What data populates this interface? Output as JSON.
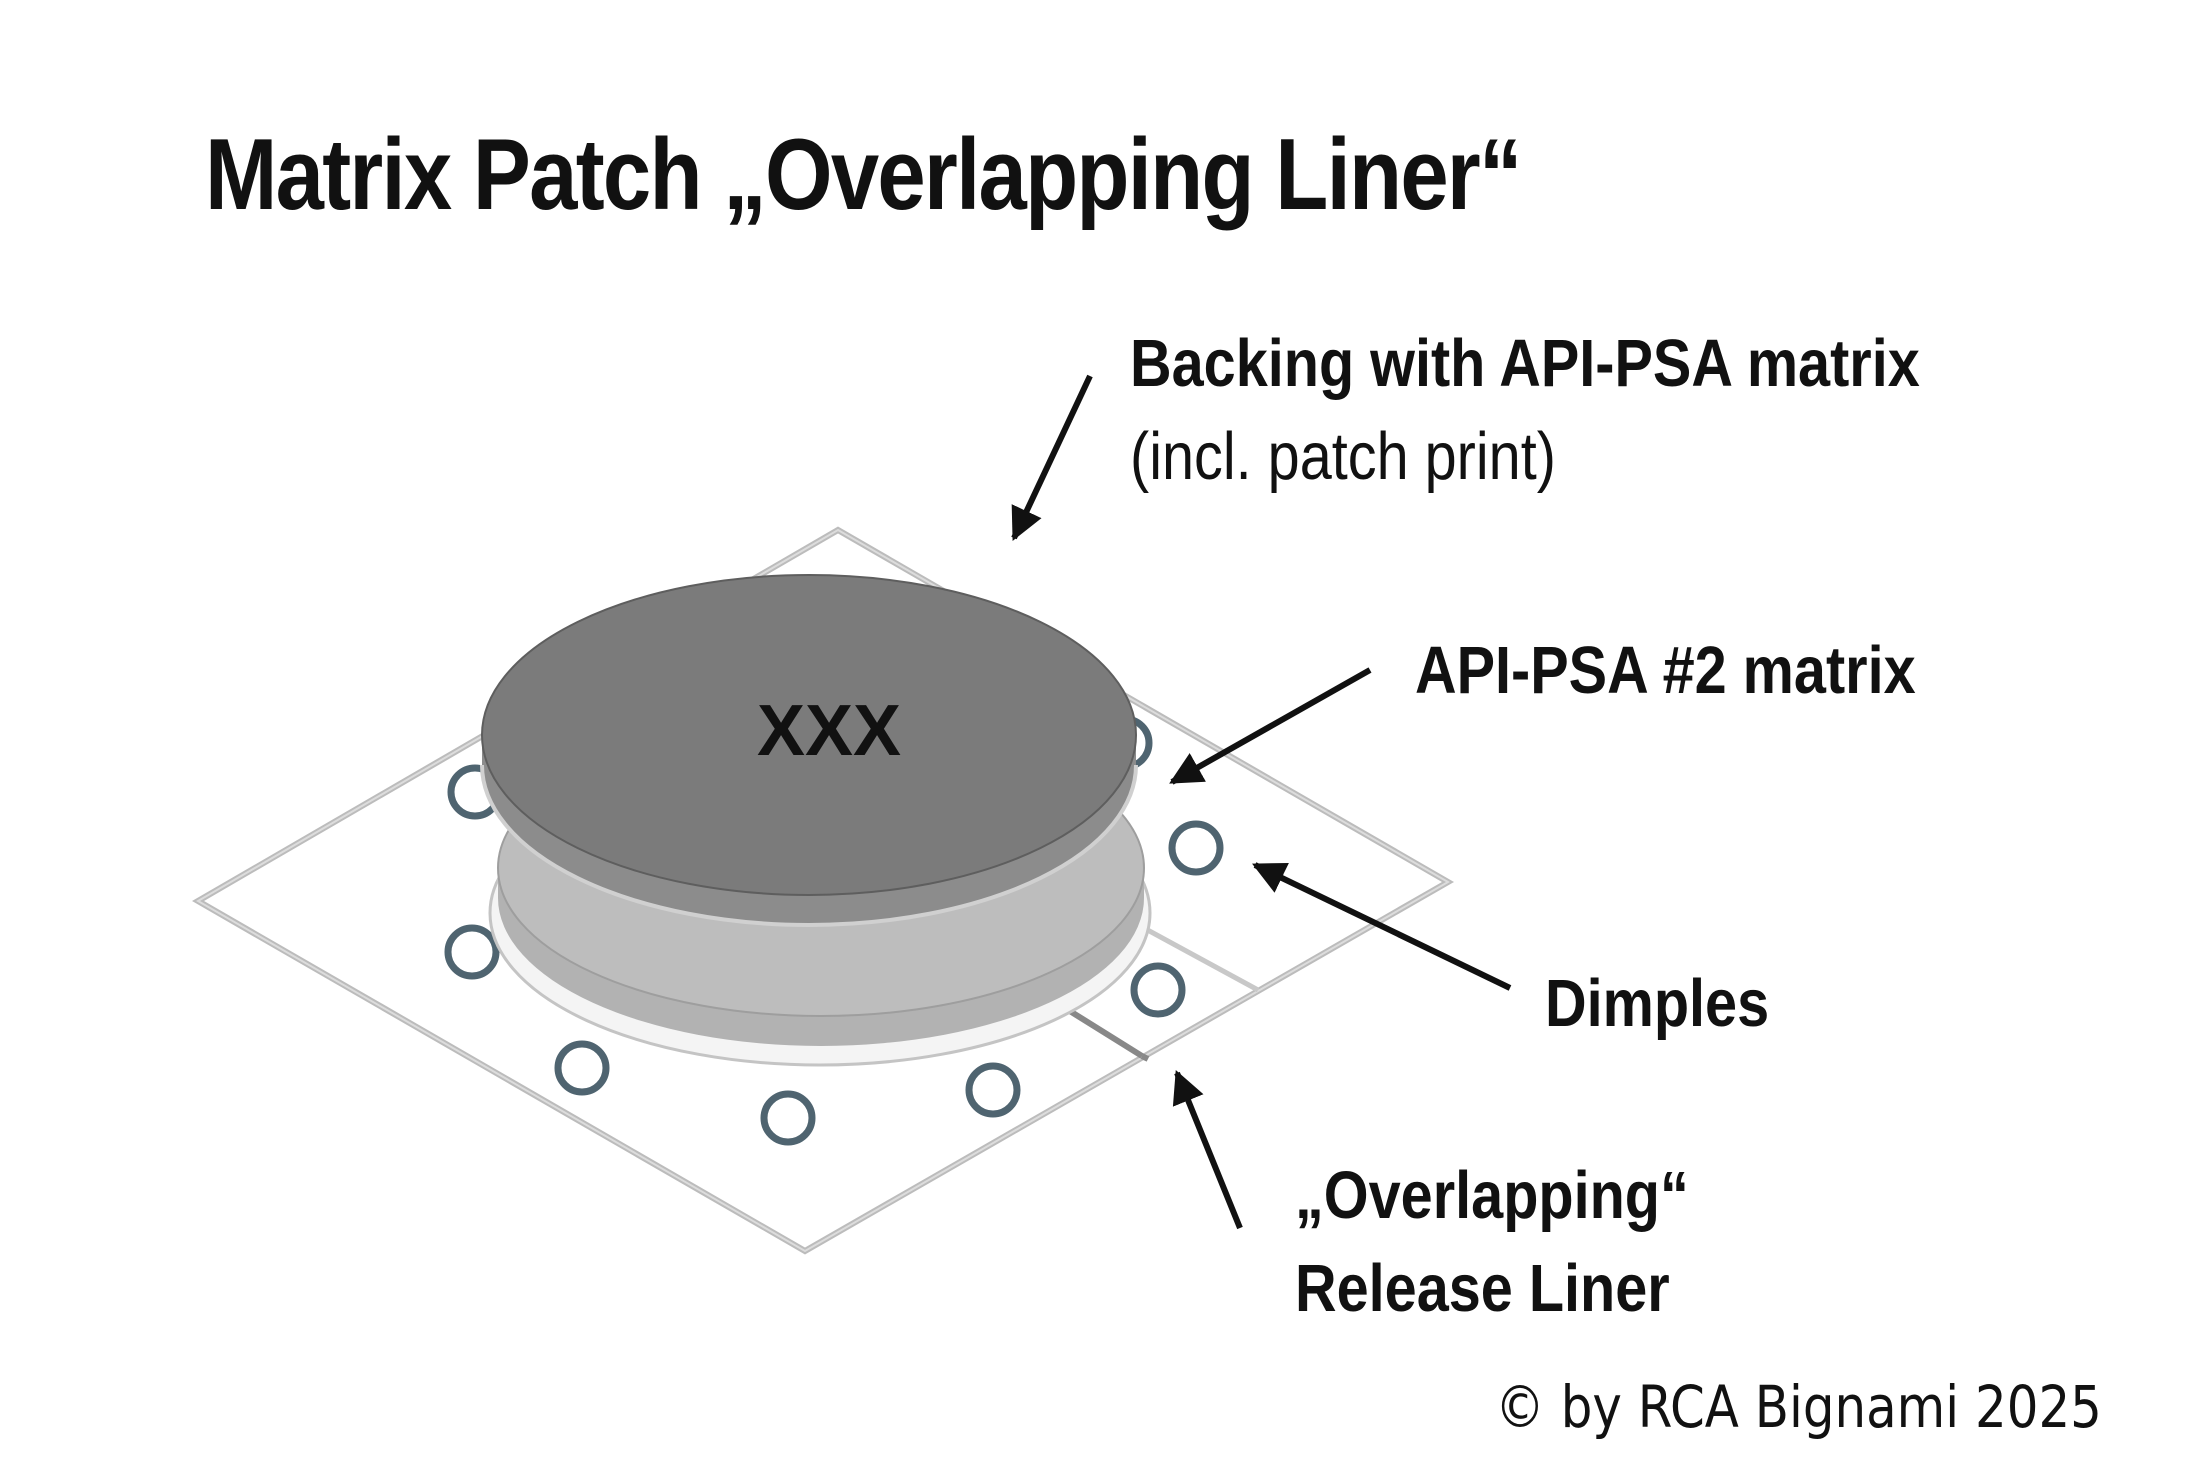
{
  "title": "Matrix Patch „Overlapping Liner“",
  "patch_print": "XXX",
  "labels": {
    "backing": {
      "line1": "Backing with API-PSA matrix",
      "line2": "(incl. patch print)"
    },
    "matrix2": "API-PSA #2 matrix",
    "dimples": "Dimples",
    "liner": {
      "line1": "„Overlapping“",
      "line2": "Release Liner"
    }
  },
  "copyright": "© by RCA Bignami 2025",
  "colors": {
    "backing_disc": "#7b7b7b",
    "matrix_disc": "#bdbdbd",
    "dimple_stroke": "#4f6470",
    "liner_fill": "#ffffff",
    "liner_stroke": "#bdbdbd"
  }
}
